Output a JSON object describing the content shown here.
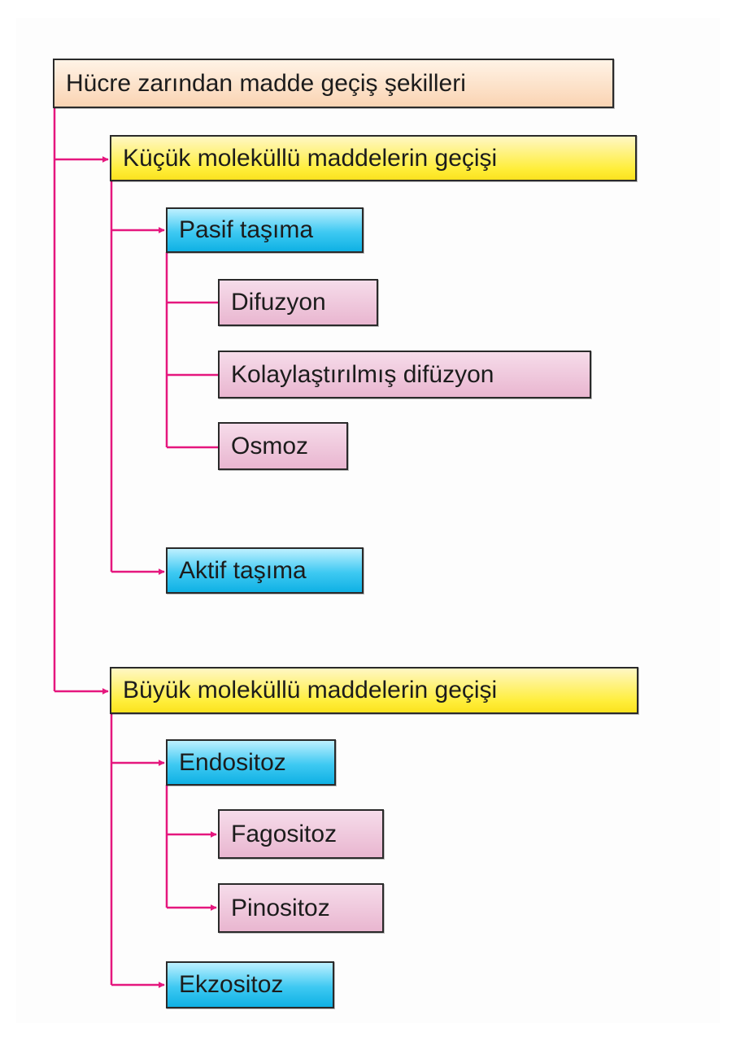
{
  "diagram": {
    "root": {
      "label": "Hücre zarından madde geçiş şekilleri"
    },
    "small_molecules": {
      "label": "Küçük moleküllü maddelerin geçişi",
      "passive": {
        "label": "Pasif taşıma",
        "children": [
          "Difuzyon",
          "Kolaylaştırılmış difüzyon",
          "Osmoz"
        ]
      },
      "active": {
        "label": "Aktif taşıma"
      }
    },
    "large_molecules": {
      "label": "Büyük moleküllü maddelerin geçişi",
      "endocytosis": {
        "label": "Endositoz",
        "children": [
          "Fagositoz",
          "Pinositoz"
        ]
      },
      "exocytosis": {
        "label": "Ekzositoz"
      }
    },
    "colors": {
      "connector": "#e5177e",
      "border": "#2a2a2a",
      "root_fill": "#fad4b3",
      "level1_fill": "#ffee3a",
      "level2_fill": "#17b6e8",
      "level3_fill": "#e9b6d0"
    }
  }
}
